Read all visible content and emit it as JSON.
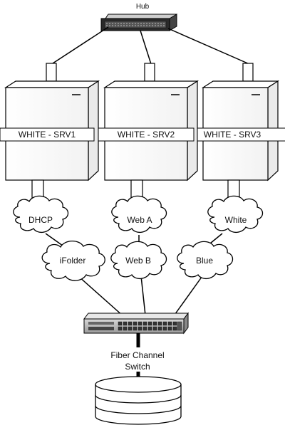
{
  "hub": {
    "label": "Hub"
  },
  "servers": [
    {
      "label": "WHITE - SRV1"
    },
    {
      "label": "WHITE - SRV2"
    },
    {
      "label": "WHITE - SRV3"
    }
  ],
  "clouds_row1": [
    {
      "label": "DHCP"
    },
    {
      "label": "Web A"
    },
    {
      "label": "White"
    }
  ],
  "clouds_row2": [
    {
      "label": "iFolder"
    },
    {
      "label": "Web B"
    },
    {
      "label": "Blue"
    }
  ],
  "switch": {
    "label_line1": "Fiber Channel",
    "label_line2": "Switch"
  }
}
